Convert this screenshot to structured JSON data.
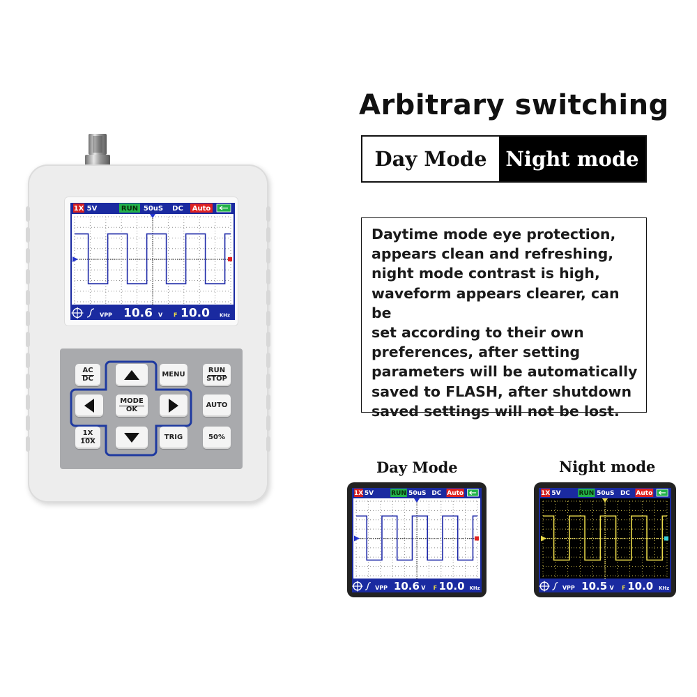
{
  "headline": "Arbitrary switching",
  "toggle": {
    "day_label": "Day Mode",
    "night_label": "Night mode"
  },
  "description": "Daytime mode eye protection,\nappears clean and refreshing,\nnight mode contrast is high,\nwaveform appears clearer, can be\nset according to their own\npreferences, after setting\nparameters will be automatically\nsaved to FLASH, after shutdown\nsaved settings will not be lost.",
  "captions": {
    "day": "Day Mode",
    "night": "Night mode"
  },
  "scope_status": {
    "probe": "1X",
    "volts_div": "5V",
    "run_state": "RUN",
    "time_div": "50uS",
    "coupling": "DC",
    "trigger_mode": "Auto"
  },
  "scope_readout": {
    "vpp_label": "VPP",
    "f_label": "F",
    "freq_value": "10.0",
    "freq_unit": "KHz",
    "vpp_unit": "V",
    "vpp_value_day": "10.6",
    "vpp_value_night": "10.5"
  },
  "keys": {
    "ac_dc_top": "AC",
    "ac_dc_bottom": "DC",
    "menu": "MENU",
    "run_stop_top": "RUN",
    "run_stop_bottom": "STOP",
    "mode_ok_top": "MODE",
    "mode_ok_bottom": "OK",
    "auto": "AUTO",
    "probe_top": "1X",
    "probe_bottom": "10X",
    "trig": "TRIG",
    "fifty": "50%"
  },
  "colors": {
    "day_bg": "#ffffff",
    "day_wave": "#1f2aa8",
    "night_bg": "#000000",
    "night_wave": "#e8d84a",
    "status_bar": "#1a2aa0",
    "probe_badge": "#d62020",
    "run_badge": "#22b24a",
    "auto_badge": "#e02222",
    "dpad_ring": "#1f3aa0"
  },
  "icons": {
    "arrow_up": "triangle-up-icon",
    "arrow_down": "triangle-down-icon",
    "arrow_left": "triangle-left-icon",
    "arrow_right": "triangle-right-icon",
    "battery": "battery-icon",
    "crosshair": "crosshair-icon",
    "trigger_edge": "trigger-edge-icon"
  }
}
